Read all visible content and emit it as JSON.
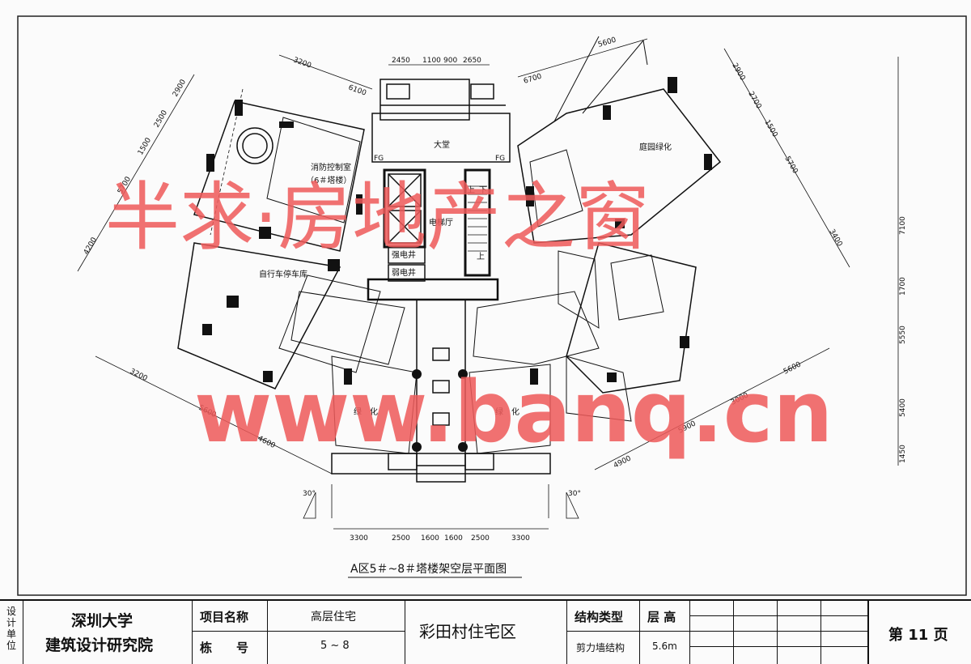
{
  "watermark": {
    "line1": "半求·房地产之窗",
    "line2": "www.banq.cn"
  },
  "rooms": {
    "lobby": "大堂",
    "fire_control": "消防控制室",
    "tower_note": "（6＃塔楼）",
    "elevator_hall": "电梯厅",
    "strong_shaft": "强电井",
    "weak_shaft": "弱电井",
    "bike_garage": "自行车停车库",
    "courtyard_green": "庭园绿化",
    "green_left": "绿　化",
    "green_right": "绿　化",
    "up": "上",
    "down": "下",
    "up2": "上",
    "fh1": "FG",
    "fh2": "FG"
  },
  "dimensions": {
    "top": [
      "2450",
      "1100",
      "900",
      "2650"
    ],
    "top_left_a": "3200",
    "top_left_b": "6100",
    "top_right_a": "5600",
    "top_right_b": "6700",
    "left_chain": [
      "2900",
      "2500",
      "1500",
      "5700",
      "4200"
    ],
    "right_chain": [
      "2900",
      "2700",
      "1500",
      "5700",
      "3400"
    ],
    "far_right": [
      "7100",
      "1700",
      "5550",
      "5400",
      "1450"
    ],
    "bottom_left": [
      "3200",
      "5600",
      "4600"
    ],
    "bottom_right": [
      "5600",
      "3000",
      "5900",
      "4900"
    ],
    "bottom": [
      "3300",
      "2500",
      "1600",
      "1600",
      "2500",
      "3300"
    ],
    "angle_left": "30°",
    "angle_right": "30°"
  },
  "drawing_title": "A区5＃~8＃塔楼架空层平面图",
  "title_block": {
    "design_unit_label": "设计单位",
    "institute_line1": "深圳大学",
    "institute_line2": "建筑设计研究院",
    "project_name_label": "项目名称",
    "project_name_value": "高层住宅",
    "building_no_label": "栋　　号",
    "building_no_value": "5 ~ 8",
    "project_title": "彩田村住宅区",
    "structure_type_label": "结构类型",
    "structure_type_value": "剪力墙结构",
    "floor_height_label": "层 高",
    "floor_height_value": "5.6m",
    "page_label": "第 11 页"
  }
}
